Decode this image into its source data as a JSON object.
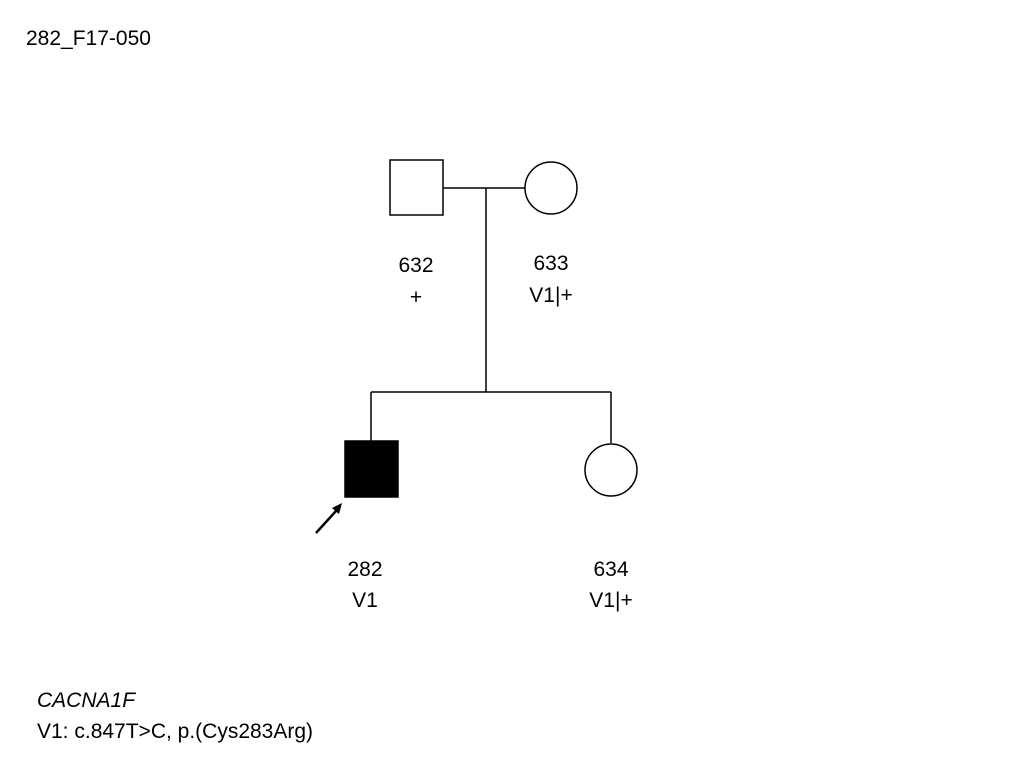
{
  "family_id": "282_F17-050",
  "individuals": [
    {
      "id": "632",
      "genotype": "+",
      "sex": "male",
      "affected": false,
      "proband": false
    },
    {
      "id": "633",
      "genotype": "V1|+",
      "sex": "female",
      "affected": false,
      "proband": false
    },
    {
      "id": "282",
      "genotype": "V1",
      "sex": "male",
      "affected": true,
      "proband": true
    },
    {
      "id": "634",
      "genotype": "V1|+",
      "sex": "female",
      "affected": false,
      "proband": false
    }
  ],
  "gene": {
    "name": "CACNA1F",
    "variant": "V1: c.847T>C, p.(Cys283Arg)"
  }
}
